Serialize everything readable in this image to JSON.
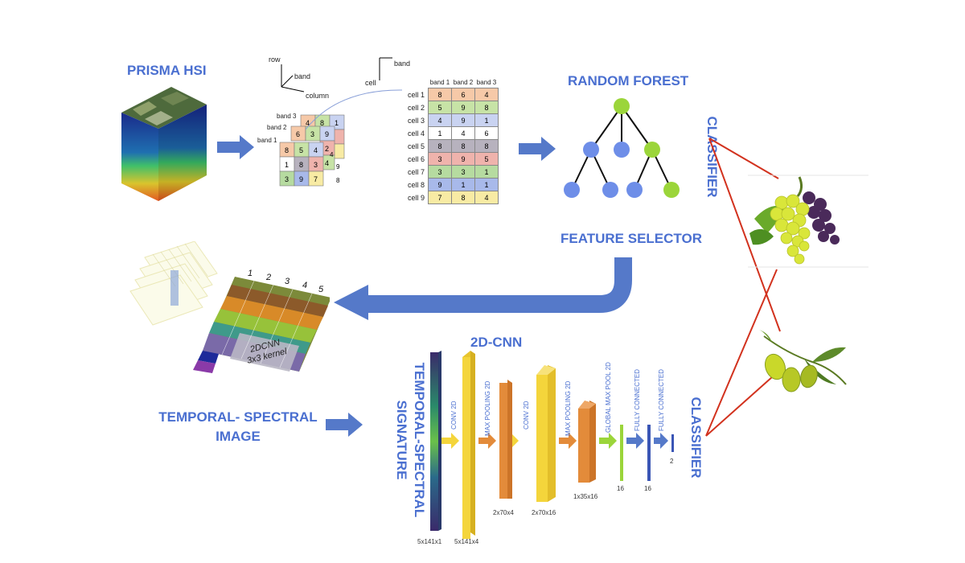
{
  "titles": {
    "prisma": "PRISMA HSI",
    "random_forest": "RANDOM FOREST",
    "feature_selector": "FEATURE SELECTOR",
    "classifier_top": "CLASSIFIER",
    "classifier_bottom": "CLASSIFIER",
    "temporal_spectral_image": [
      "TEMPORAL- SPECTRAL",
      "IMAGE"
    ],
    "signature": [
      "TEMPORAL-SPECTRAL",
      "SIGNATURE"
    ],
    "cnn": "2D-CNN"
  },
  "axes": {
    "row": "row",
    "band": "band",
    "column": "column",
    "cell": "cell",
    "band2": "band"
  },
  "bands_stack": {
    "labels": [
      "band 3",
      "band 2",
      "band 1"
    ],
    "grid_front": [
      "8",
      "5",
      "4",
      "1",
      "8",
      "3",
      "3",
      "9",
      "7"
    ],
    "grid_mid": [
      "6",
      "3",
      "9",
      "2",
      "4",
      "9"
    ],
    "grid_back": [
      "4",
      "8",
      "1",
      "9",
      "5",
      "2"
    ],
    "right_col": [
      "9",
      "8",
      "4"
    ]
  },
  "cell_table": {
    "headers": [
      "band 1",
      "band 2",
      "band 3"
    ],
    "rows": [
      {
        "label": "cell 1",
        "values": [
          "8",
          "6",
          "4"
        ],
        "color": "#f6c9a8"
      },
      {
        "label": "cell 2",
        "values": [
          "5",
          "9",
          "8"
        ],
        "color": "#c7e3a6"
      },
      {
        "label": "cell 3",
        "values": [
          "4",
          "9",
          "1"
        ],
        "color": "#c9d3f1"
      },
      {
        "label": "cell 4",
        "values": [
          "1",
          "4",
          "6"
        ],
        "color": "#ffffff"
      },
      {
        "label": "cell 5",
        "values": [
          "8",
          "8",
          "8"
        ],
        "color": "#b7b2be"
      },
      {
        "label": "cell 6",
        "values": [
          "3",
          "9",
          "5"
        ],
        "color": "#efb3ac"
      },
      {
        "label": "cell 7",
        "values": [
          "3",
          "3",
          "1"
        ],
        "color": "#b6dba0"
      },
      {
        "label": "cell 8",
        "values": [
          "9",
          "1",
          "1"
        ],
        "color": "#a8b9ea"
      },
      {
        "label": "cell 9",
        "values": [
          "7",
          "8",
          "4"
        ],
        "color": "#f8eba4"
      }
    ]
  },
  "temporal_grid": {
    "numbers": [
      "1",
      "2",
      "3",
      "4",
      "5"
    ],
    "kernel": [
      "2DCNN",
      "3x3 kernel"
    ]
  },
  "cnn_layers": {
    "conv1": "CONV 2D",
    "pool1": "MAX POOLING 2D",
    "conv2": "CONV 2D",
    "pool2": "MAX POOLING 2D",
    "gmp": "GLOBAL MAX POOL 2D",
    "fc1": "FULLY CONNECTED",
    "fc2": "FULLY CONNECTED",
    "dims": [
      "5x141x1",
      "5x141x4",
      "2x70x4",
      "2x70x16",
      "1x35x16",
      "16",
      "16",
      "2"
    ]
  },
  "colors": {
    "title_blue": "#4a6fd0",
    "arrow_blue": "#5579c9",
    "node_blue": "#6e8ee8",
    "node_green": "#9bd53a",
    "layer_yellow": "#f4d53b",
    "layer_orange": "#e38b3a",
    "line_red": "#d2321e"
  }
}
